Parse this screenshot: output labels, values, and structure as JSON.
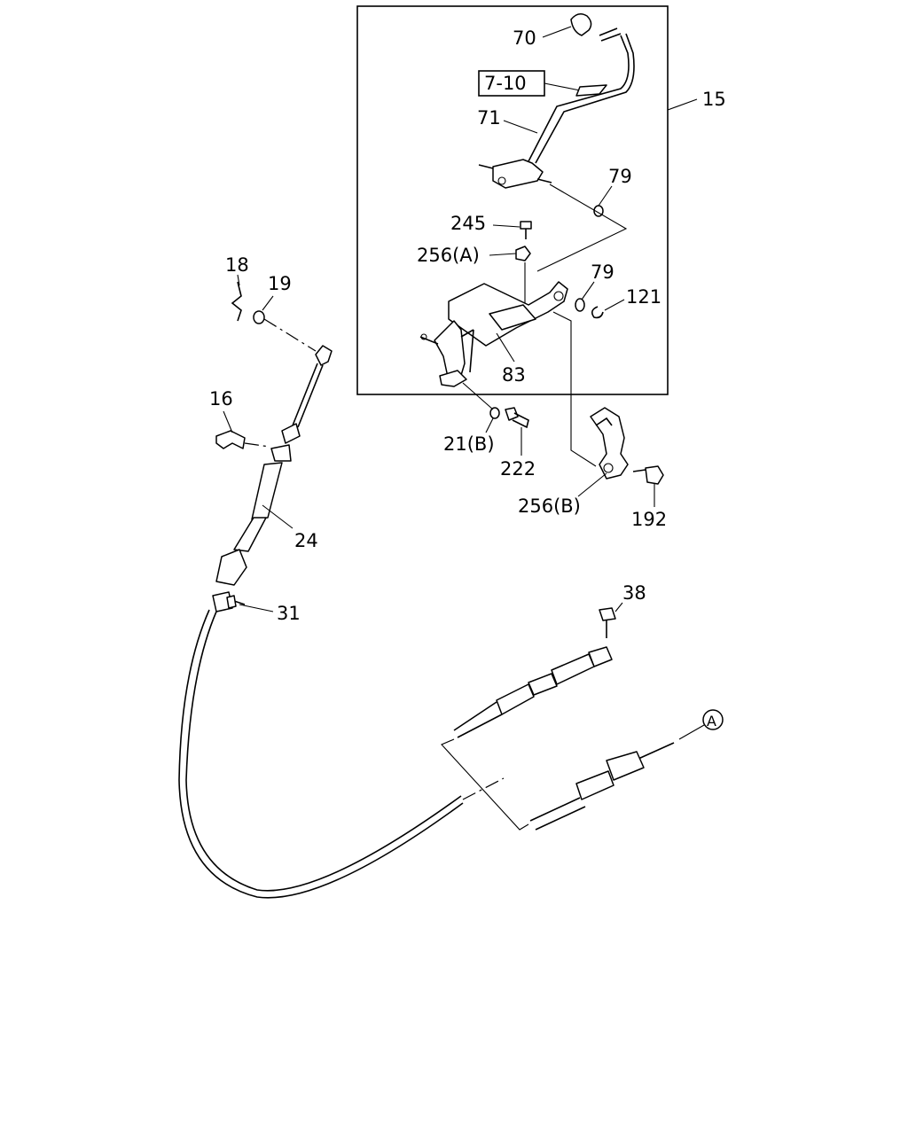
{
  "labels": {
    "p70": "70",
    "p7_10": "7-10",
    "p71": "71",
    "p15": "15",
    "p79a": "79",
    "p245": "245",
    "p256a": "256(A)",
    "p79b": "79",
    "p121": "121",
    "p83": "83",
    "p18": "18",
    "p19": "19",
    "p16": "16",
    "p21b": "21(B)",
    "p222": "222",
    "p256b": "256(B)",
    "p192": "192",
    "p24": "24",
    "p31": "31",
    "p38": "38",
    "pA": "A"
  }
}
